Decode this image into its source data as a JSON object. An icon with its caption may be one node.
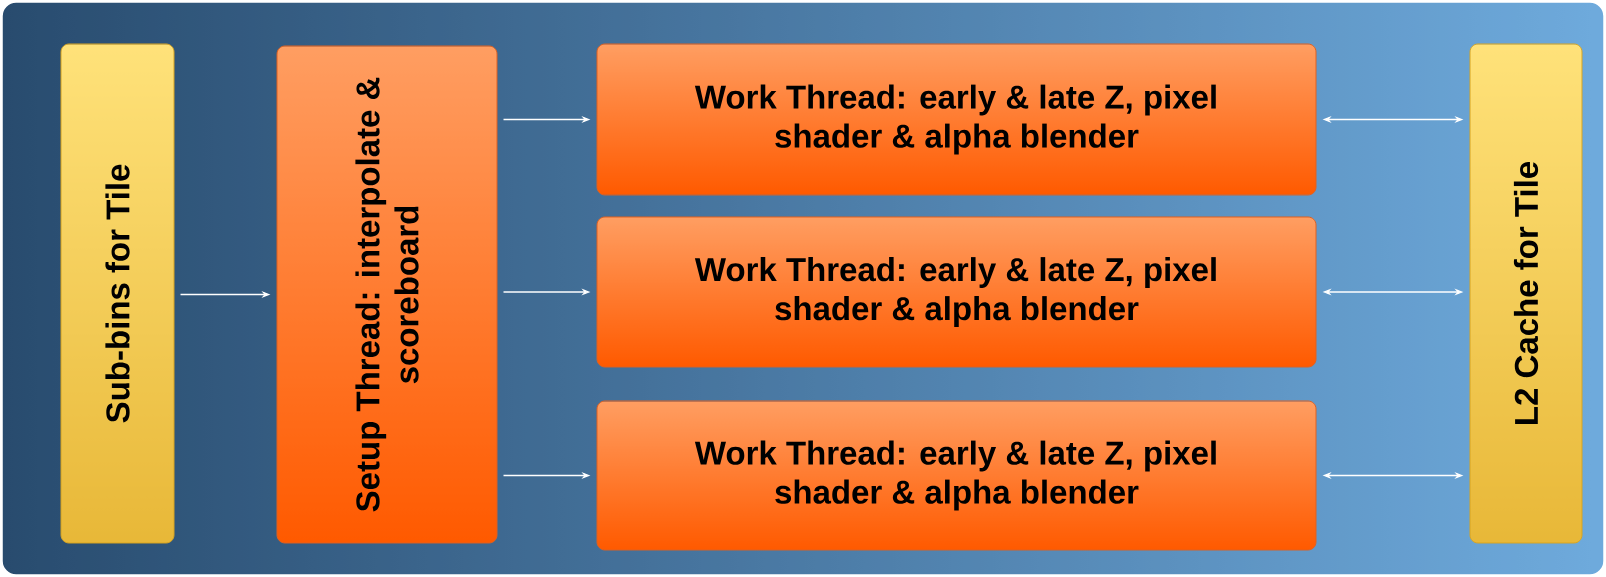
{
  "diagram": {
    "nodes": [
      {
        "text": [
          "Sub-bins for Tile"
        ]
      },
      {
        "text": [
          "Setup Thread: interpolate & scoreboard"
        ]
      },
      {
        "text": [
          "Work Thread: early & late Z, pixel shader & alpha blender"
        ]
      },
      {
        "text": [
          "Work Thread: early & late Z, pixel shader & alpha blender"
        ]
      },
      {
        "text": [
          "Work Thread: early & late Z, pixel shader & alpha blender"
        ]
      },
      {
        "text": [
          "L2 Cache for Tile"
        ]
      }
    ],
    "edges": [
      {
        "from": 0,
        "to": 1,
        "arrow": "to"
      },
      {
        "from": 1,
        "to": 2,
        "arrow": "to"
      },
      {
        "from": 1,
        "to": 3,
        "arrow": "to"
      },
      {
        "from": 1,
        "to": 4,
        "arrow": "to"
      },
      {
        "from": 2,
        "to": 5,
        "arrow": "both"
      },
      {
        "from": 3,
        "to": 5,
        "arrow": "both"
      },
      {
        "from": 4,
        "to": 5,
        "arrow": "both"
      }
    ]
  }
}
